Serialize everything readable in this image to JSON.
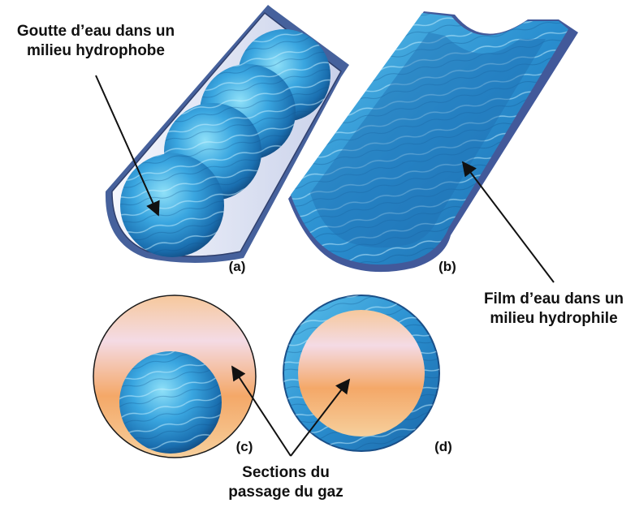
{
  "labels": {
    "droplet_line1": "Goutte d’eau dans un",
    "droplet_line2": "milieu hydrophobe",
    "film_line1": "Film d’eau dans un",
    "film_line2": "milieu hydrophile",
    "sections_line1": "Sections du",
    "sections_line2": "passage du gaz"
  },
  "panels": {
    "a": "(a)",
    "b": "(b)",
    "c": "(c)",
    "d": "(d)"
  },
  "colors": {
    "water_dark": "#1a6fb0",
    "water_mid": "#2f95d4",
    "water_light": "#7fd0f2",
    "channel_wall": "#e4e8f6",
    "channel_outer": "#46619c",
    "gas_peach": "#f4b078",
    "gas_pink": "#f3d7e2"
  }
}
